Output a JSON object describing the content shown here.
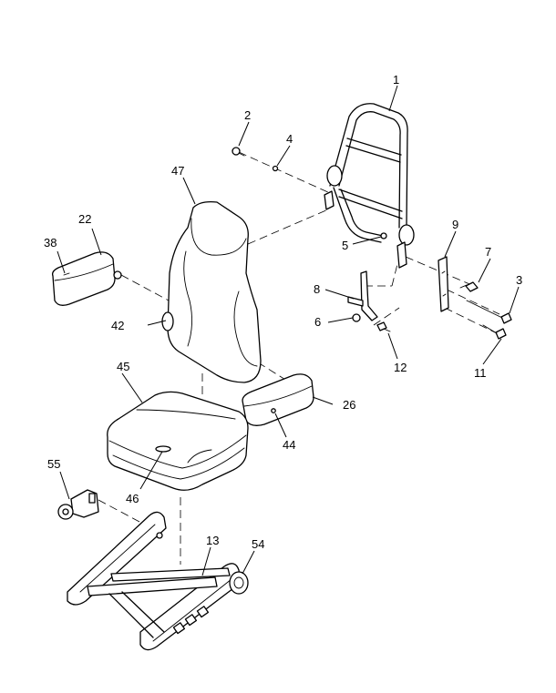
{
  "callouts": [
    {
      "id": "1",
      "label": "1"
    },
    {
      "id": "2",
      "label": "2"
    },
    {
      "id": "3",
      "label": "3"
    },
    {
      "id": "4",
      "label": "4"
    },
    {
      "id": "5",
      "label": "5"
    },
    {
      "id": "6",
      "label": "6"
    },
    {
      "id": "7",
      "label": "7"
    },
    {
      "id": "8",
      "label": "8"
    },
    {
      "id": "9",
      "label": "9"
    },
    {
      "id": "11",
      "label": "11"
    },
    {
      "id": "12",
      "label": "12"
    },
    {
      "id": "13",
      "label": "13"
    },
    {
      "id": "22",
      "label": "22"
    },
    {
      "id": "26",
      "label": "26"
    },
    {
      "id": "38",
      "label": "38"
    },
    {
      "id": "42",
      "label": "42"
    },
    {
      "id": "44",
      "label": "44"
    },
    {
      "id": "45",
      "label": "45"
    },
    {
      "id": "46",
      "label": "46"
    },
    {
      "id": "47",
      "label": "47"
    },
    {
      "id": "54",
      "label": "54"
    },
    {
      "id": "55",
      "label": "55"
    }
  ]
}
